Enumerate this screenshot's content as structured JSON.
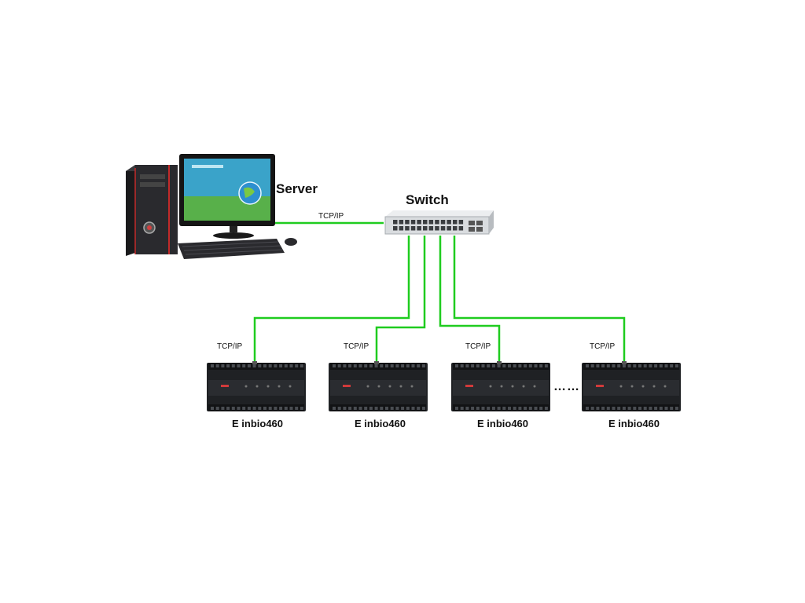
{
  "labels": {
    "server": "Server",
    "switch": "Switch",
    "link_protocol": "TCP/IP",
    "device_model": "E inbio460",
    "ellipsis": "……"
  },
  "devices": [
    {
      "protocol": "TCP/IP",
      "model": "E inbio460"
    },
    {
      "protocol": "TCP/IP",
      "model": "E inbio460"
    },
    {
      "protocol": "TCP/IP",
      "model": "E inbio460"
    },
    {
      "protocol": "TCP/IP",
      "model": "E inbio460"
    }
  ],
  "colors": {
    "link": "#1fcc1f",
    "device_body": "#1f2124",
    "switch_body": "#d9dcdf",
    "monitor_screen": "#3aa3c9"
  },
  "icons": {
    "server": "desktop-computer-icon",
    "switch": "network-switch-icon",
    "device": "access-controller-icon"
  }
}
